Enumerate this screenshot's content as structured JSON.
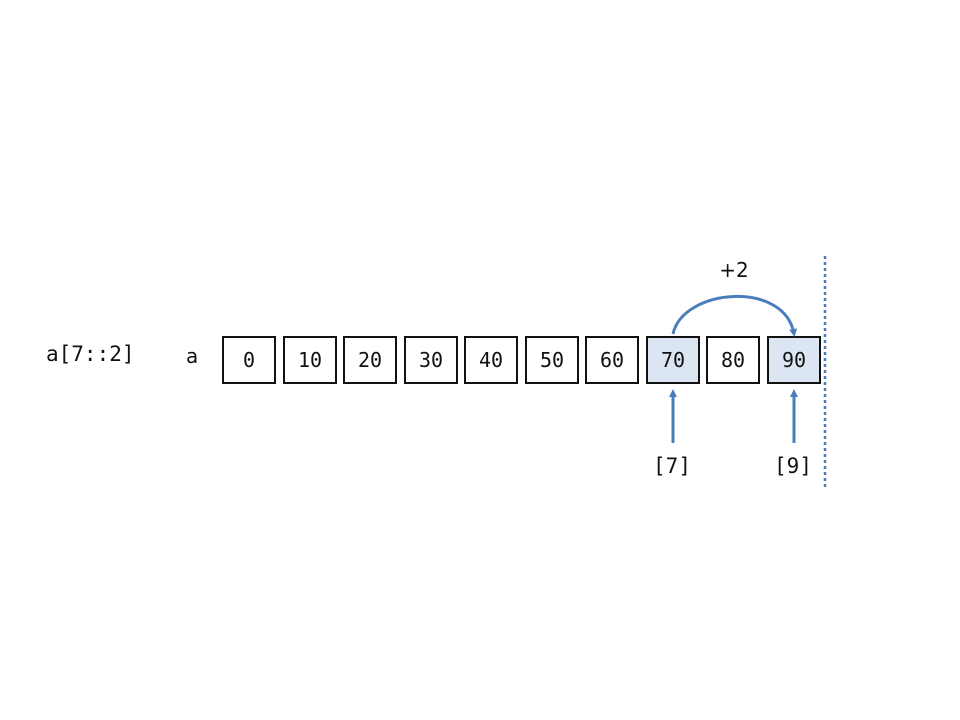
{
  "expression": "a[7::2]",
  "array_name": "a",
  "cells": [
    "0",
    "10",
    "20",
    "30",
    "40",
    "50",
    "60",
    "70",
    "80",
    "90"
  ],
  "selected_indices": [
    7,
    9
  ],
  "index_labels": [
    "[7]",
    "[9]"
  ],
  "step_label": "+2",
  "colors": {
    "accent": "#4a7ebb",
    "selected_fill": "#dce6f2",
    "border": "#111111"
  }
}
